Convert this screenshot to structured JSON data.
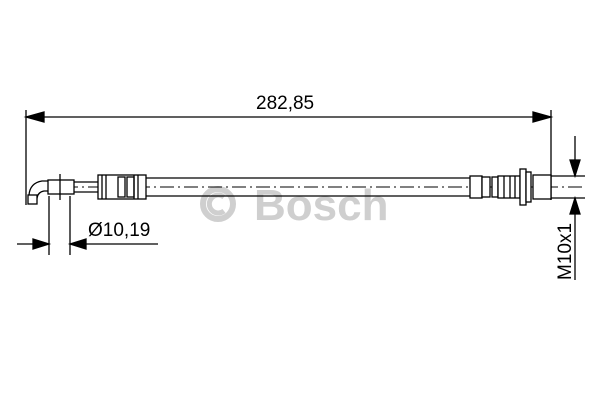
{
  "drawing": {
    "subject": "brake hose",
    "watermark": {
      "copyright_symbol": "©",
      "brand": "Bosch",
      "color": "#cfcfcf"
    },
    "dimensions": {
      "overall_length": "282,85",
      "hose_diameter": "Ø10,19",
      "thread": "M10x1"
    },
    "colors": {
      "line": "#000000",
      "background": "#ffffff"
    }
  }
}
